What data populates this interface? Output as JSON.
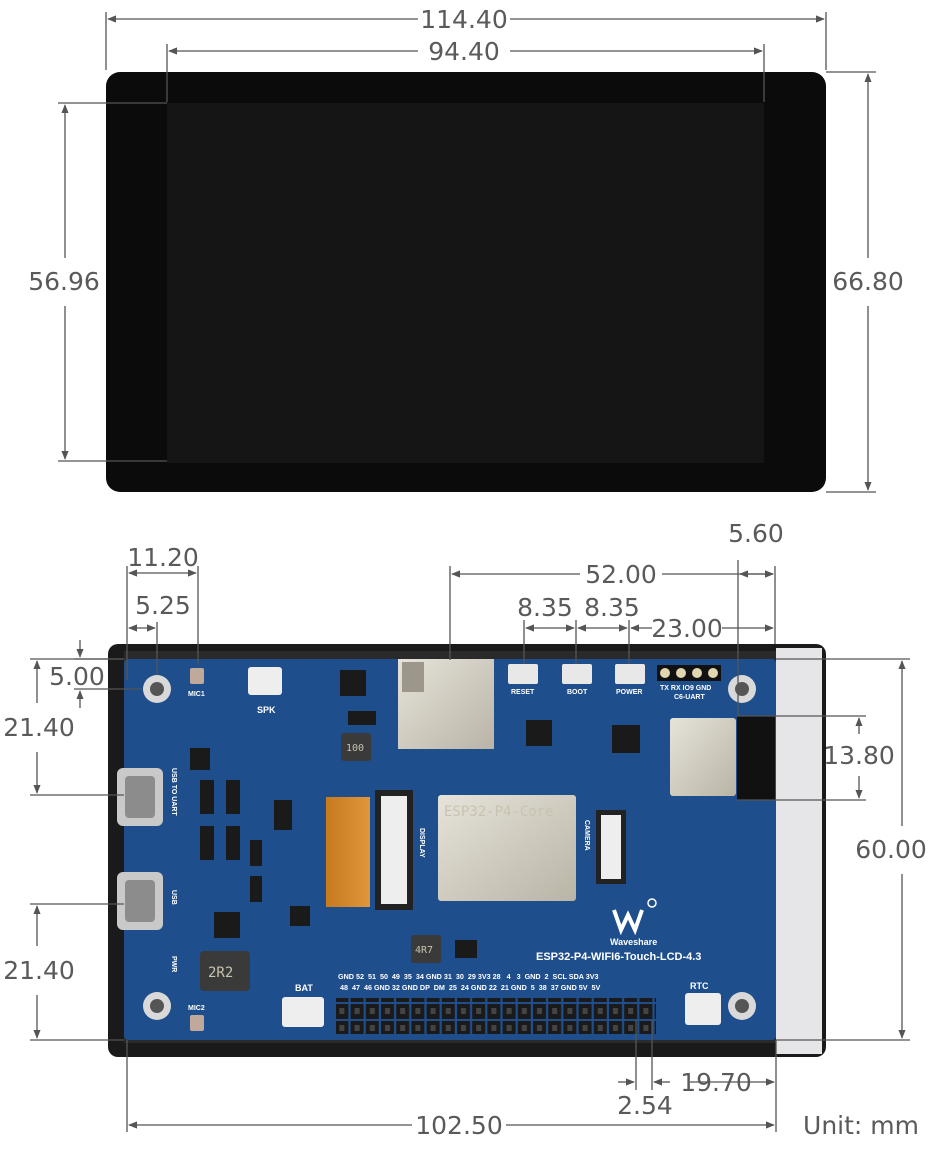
{
  "dimensions": {
    "top_total_width": "114.40",
    "top_active_width": "94.40",
    "top_active_height": "56.96",
    "top_total_height": "66.80",
    "usb_pitch": "11.20",
    "mount_hole_x": "5.25",
    "mount_hole_y": "5.00",
    "usb_uart_y": "21.40",
    "usb_y_bottom": "21.40",
    "header_to_edge_x": "52.00",
    "button_pitch_1": "8.35",
    "button_pitch_2": "8.35",
    "uart_to_edge": "23.00",
    "module_width": "5.60",
    "module_height": "13.80",
    "board_height": "60.00",
    "pin_pitch": "2.54",
    "header_offset": "19.70",
    "board_width": "102.50",
    "unit": "Unit: mm"
  },
  "pcb_labels": {
    "mic1": "MIC1",
    "mic2": "MIC2",
    "spk": "SPK",
    "usb_to_uart": "USB TO UART",
    "usb": "USB",
    "pwr": "PWR",
    "inductor_2r2": "2R2",
    "inductor_100": "100",
    "inductor_4r7": "4R7",
    "bat": "BAT",
    "reset": "RESET",
    "boot": "BOOT",
    "power": "POWER",
    "uart_pins": "TX RX IO9 GND",
    "c6_uart": "C6-UART",
    "display": "DISPLAY",
    "camera": "CAMERA",
    "chip_title": "ESP32-P4-Core",
    "brand": "Waveshare",
    "board_name": "ESP32-P4-WIFI6-Touch-LCD-4.3",
    "rtc": "RTC",
    "header_row1": "GND 52  51  50  49  35  34 GND 31  30  29 3V3 28   4   3  GND  2  SCL SDA 3V3",
    "header_row2": "48  47  46 GND 32 GND DP  DM  25  24 GND 22  21 GND  5  38  37 GND 5V  5V"
  },
  "colors": {
    "pcb_blue": "#1f4e8c",
    "screen_black": "#0b0b0b",
    "dimension_gray": "#5a5a5a"
  }
}
